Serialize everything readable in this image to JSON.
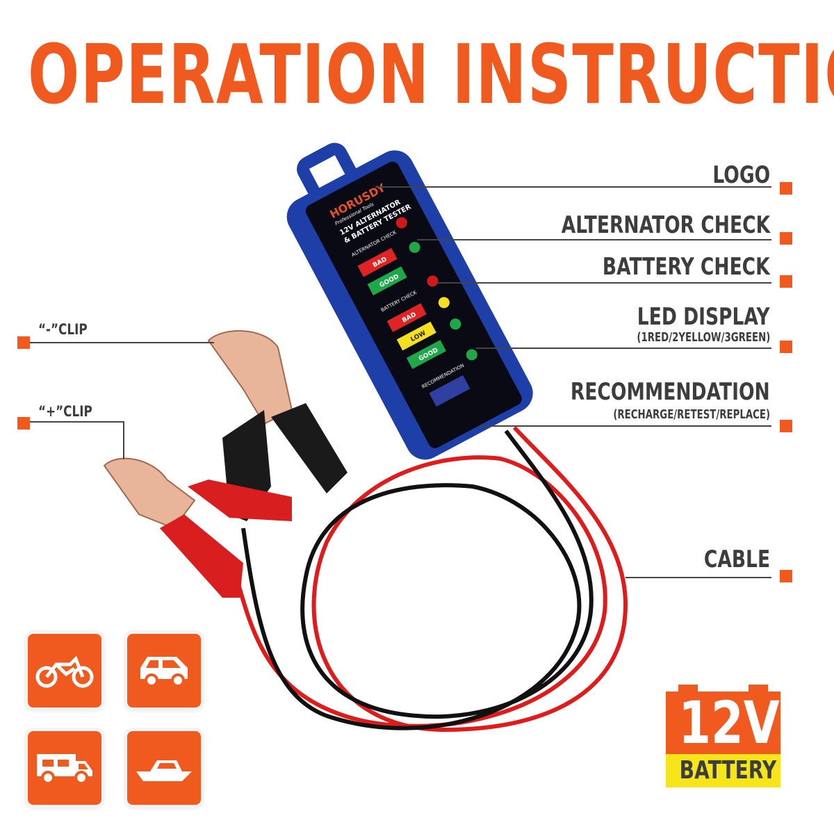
{
  "title": "OPERATION INSTRUCTION",
  "labels": {
    "logo": "LOGO",
    "alternator_check": "ALTERNATOR CHECK",
    "battery_check": "BATTERY CHECK",
    "led_display": "LED DISPLAY",
    "led_display_sub": "(1RED/2YELLOW/3GREEN)",
    "recommendation": "RECOMMENDATION",
    "recommendation_sub": "(RECHARGE/RETEST/REPLACE)",
    "cable": "CABLE",
    "neg_clip": "“-”CLIP",
    "pos_clip": "“+”CLIP"
  },
  "device": {
    "brand": "HORUSDY",
    "brand_tagline": "Professional Tools",
    "model_line1": "12V ALTERNATOR",
    "model_line2": "& BATTERY TESTER",
    "alternator_check": "ALTERNATOR CHECK",
    "battery_check": "BATTERY CHECK",
    "recommendation": "RECOMMENDATION",
    "bad": "BAD",
    "good": "GOOD",
    "low": "LOW",
    "color": "#1e3fa8"
  },
  "vehicles": [
    "motorcycle-icon",
    "car-icon",
    "rv-icon",
    "boat-icon"
  ],
  "badge": {
    "voltage": "12V",
    "label": "BATTERY"
  },
  "colors": {
    "accent": "#f05a1e",
    "text": "#3d3d3d",
    "yellow": "#f7e51b",
    "red_cable": "#e01b1b",
    "black_cable": "#111111"
  }
}
